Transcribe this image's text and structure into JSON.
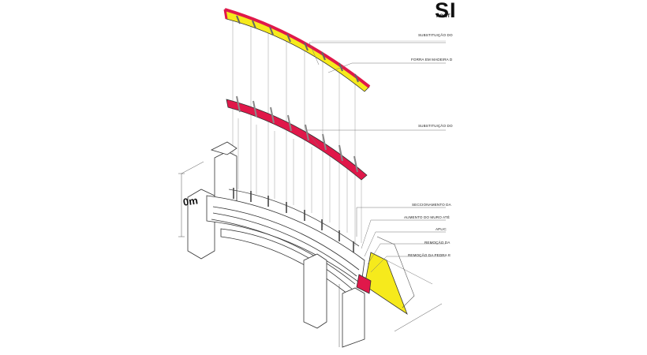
{
  "title": "SI",
  "subtitle": "PONT",
  "scale_label": "0m",
  "colors": {
    "red": "#e0184a",
    "yellow": "#f6ea1c",
    "line": "#555555",
    "bg": "#ffffff"
  },
  "annotations": [
    "SUBSTITUIÇÃO DO",
    "FORRA EM MADEIRA D",
    "SUBSTITUIÇÃO DO",
    "SECCIONAMENTO DA",
    "AUMENTO DO MURO ATÉ",
    "APLIC",
    "REMOÇÃO DA",
    "REMOÇÃO DA PEDRA E"
  ]
}
